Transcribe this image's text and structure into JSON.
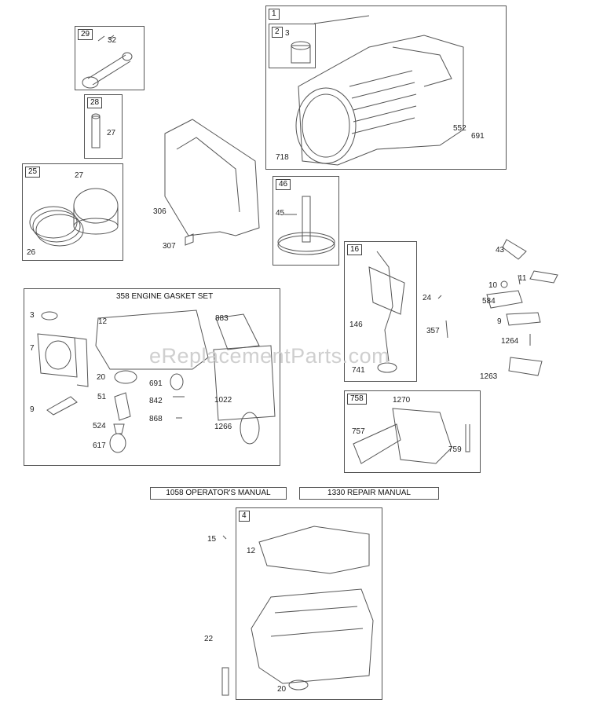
{
  "watermark": "eReplacementParts.com",
  "groups": {
    "g1": "1",
    "g2": "2",
    "g29": "29",
    "g28": "28",
    "g25": "25",
    "g46": "46",
    "g16": "16",
    "g758": "758",
    "g4": "4"
  },
  "gasket_set_title": "358 ENGINE GASKET SET",
  "manuals": {
    "operators": "1058 OPERATOR'S MANUAL",
    "repair": "1330 REPAIR MANUAL"
  },
  "labels": {
    "p3a": "3",
    "p718": "718",
    "p552": "552",
    "p691a": "691",
    "p32": "32",
    "p27a": "27",
    "p27b": "27",
    "p26": "26",
    "p306": "306",
    "p307": "307",
    "p45": "45",
    "p43": "43",
    "p10": "10",
    "p11": "11",
    "p584": "584",
    "p9a": "9",
    "p1264": "1264",
    "p1263": "1263",
    "p24": "24",
    "p146": "146",
    "p357": "357",
    "p741": "741",
    "p3b": "3",
    "p7": "7",
    "p12a": "12",
    "p883": "883",
    "p20a": "20",
    "p691b": "691",
    "p842": "842",
    "p1022": "1022",
    "p9b": "9",
    "p51": "51",
    "p868": "868",
    "p1266": "1266",
    "p524": "524",
    "p617": "617",
    "p1270": "1270",
    "p757": "757",
    "p759": "759",
    "p15": "15",
    "p12b": "12",
    "p22": "22",
    "p20b": "20"
  }
}
